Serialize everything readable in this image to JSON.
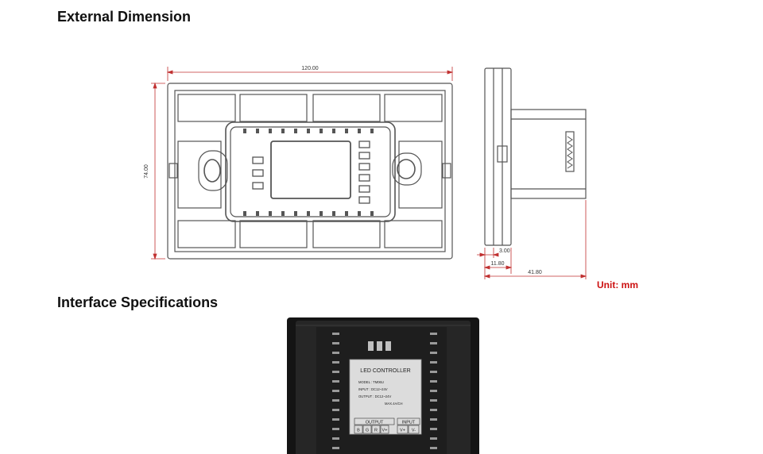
{
  "headings": {
    "external_dimension": "External Dimension",
    "interface_specifications": "Interface Specifications"
  },
  "unit_label": "Unit: mm",
  "dimensions": {
    "width": "120.00",
    "height": "74.00",
    "side_depth_small": "3.00",
    "side_depth_mid": "11.80",
    "side_depth_total": "41.80"
  },
  "product_label": {
    "title": "LED CONTROLLER",
    "model": "MODEL : TM06U",
    "input": "INPUT : DC12~24V",
    "output": "OUTPUT : DC12~24V",
    "max": "MAX.4A/CH",
    "output_group": "OUTPUT",
    "input_group": "INPUT",
    "terminals": [
      "B",
      "G",
      "R",
      "V+",
      "V+",
      "V-"
    ]
  },
  "colors": {
    "line": "#555555",
    "dimension_line": "#c03030",
    "unit_text": "#cc1111",
    "device_body": "#1e1e1e",
    "label_bg": "#dcdcdc"
  }
}
